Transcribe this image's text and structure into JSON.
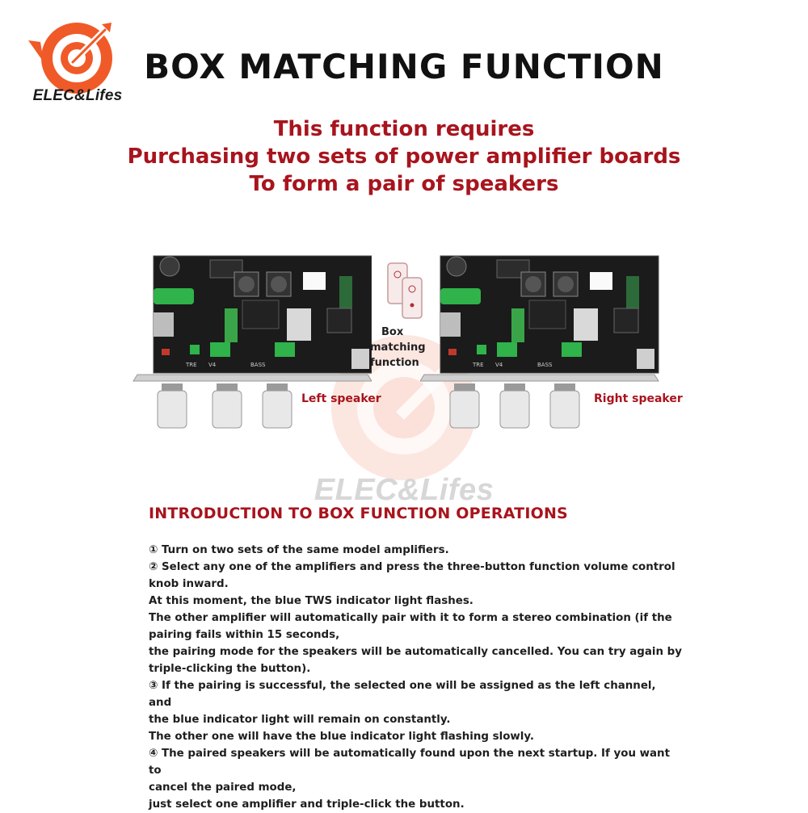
{
  "brand": {
    "logo_text": "ELEC&Lifes",
    "watermark_text": "ELEC&Lifes",
    "accent_color": "#f05a28",
    "red_color": "#a8141d"
  },
  "header": {
    "title": "BOX MATCHING FUNCTION",
    "subtitle_lines": [
      "This function requires",
      "Purchasing two sets of power amplifier boards",
      "To form a pair of speakers"
    ]
  },
  "diagram": {
    "left_label": "Left speaker",
    "right_label": "Right speaker",
    "center_label_lines": [
      "Box",
      "matching",
      "function"
    ],
    "board_silkscreen": [
      "V4",
      "TRE",
      "BASS"
    ]
  },
  "intro": {
    "heading": "INTRODUCTION TO BOX FUNCTION OPERATIONS",
    "lines": [
      "① Turn on two sets of the same model amplifiers.",
      "② Select any one of the amplifiers and press the three-button function volume control",
      "knob inward.",
      "At this moment, the blue TWS indicator light flashes.",
      "The other amplifier will automatically pair with it to form a stereo combination (if the",
      "pairing fails within 15 seconds,",
      "the pairing mode for the speakers will be automatically cancelled. You can try again by",
      "triple-clicking the button).",
      "③ If the pairing is successful, the selected one will be assigned as the left channel, and",
      "the blue indicator light will remain on constantly.",
      "The other one will have the blue indicator light flashing slowly.",
      "④ The paired speakers will be automatically found upon the next startup. If you want to",
      "cancel the paired mode,",
      "just select one amplifier and triple-click the button."
    ]
  }
}
